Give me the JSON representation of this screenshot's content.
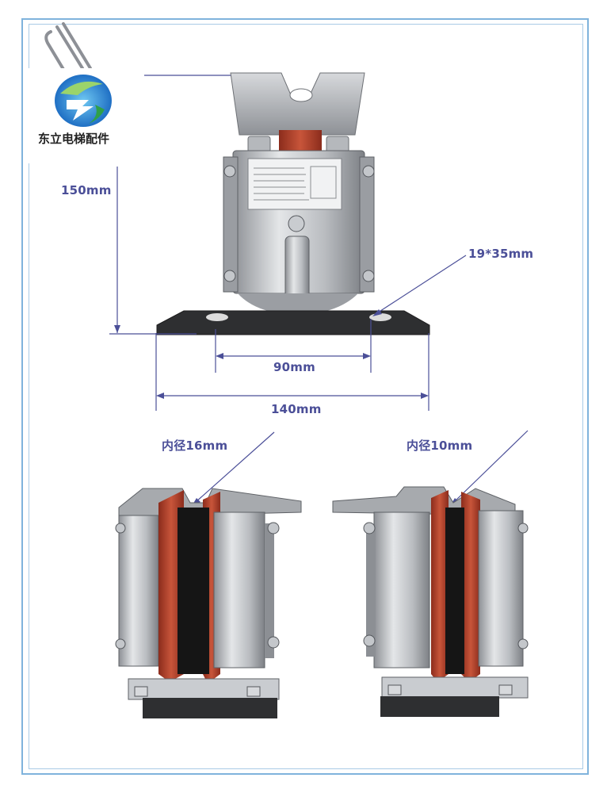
{
  "logo": {
    "text": "东立电梯配件"
  },
  "dimensions": {
    "height": "150mm",
    "slot": "19*35mm",
    "hole_spacing": "90mm",
    "base_width": "140mm"
  },
  "labels": {
    "inner_left": "内径16mm",
    "inner_right": "内径10mm"
  },
  "colors": {
    "dimension": "#4b4f98",
    "liner": "#b5462e",
    "base": "#2b2b2b",
    "metal": "#c9c9c9",
    "frame": "#7fb3dc"
  },
  "icons": [
    "paperclip-icon",
    "company-logo-icon"
  ]
}
